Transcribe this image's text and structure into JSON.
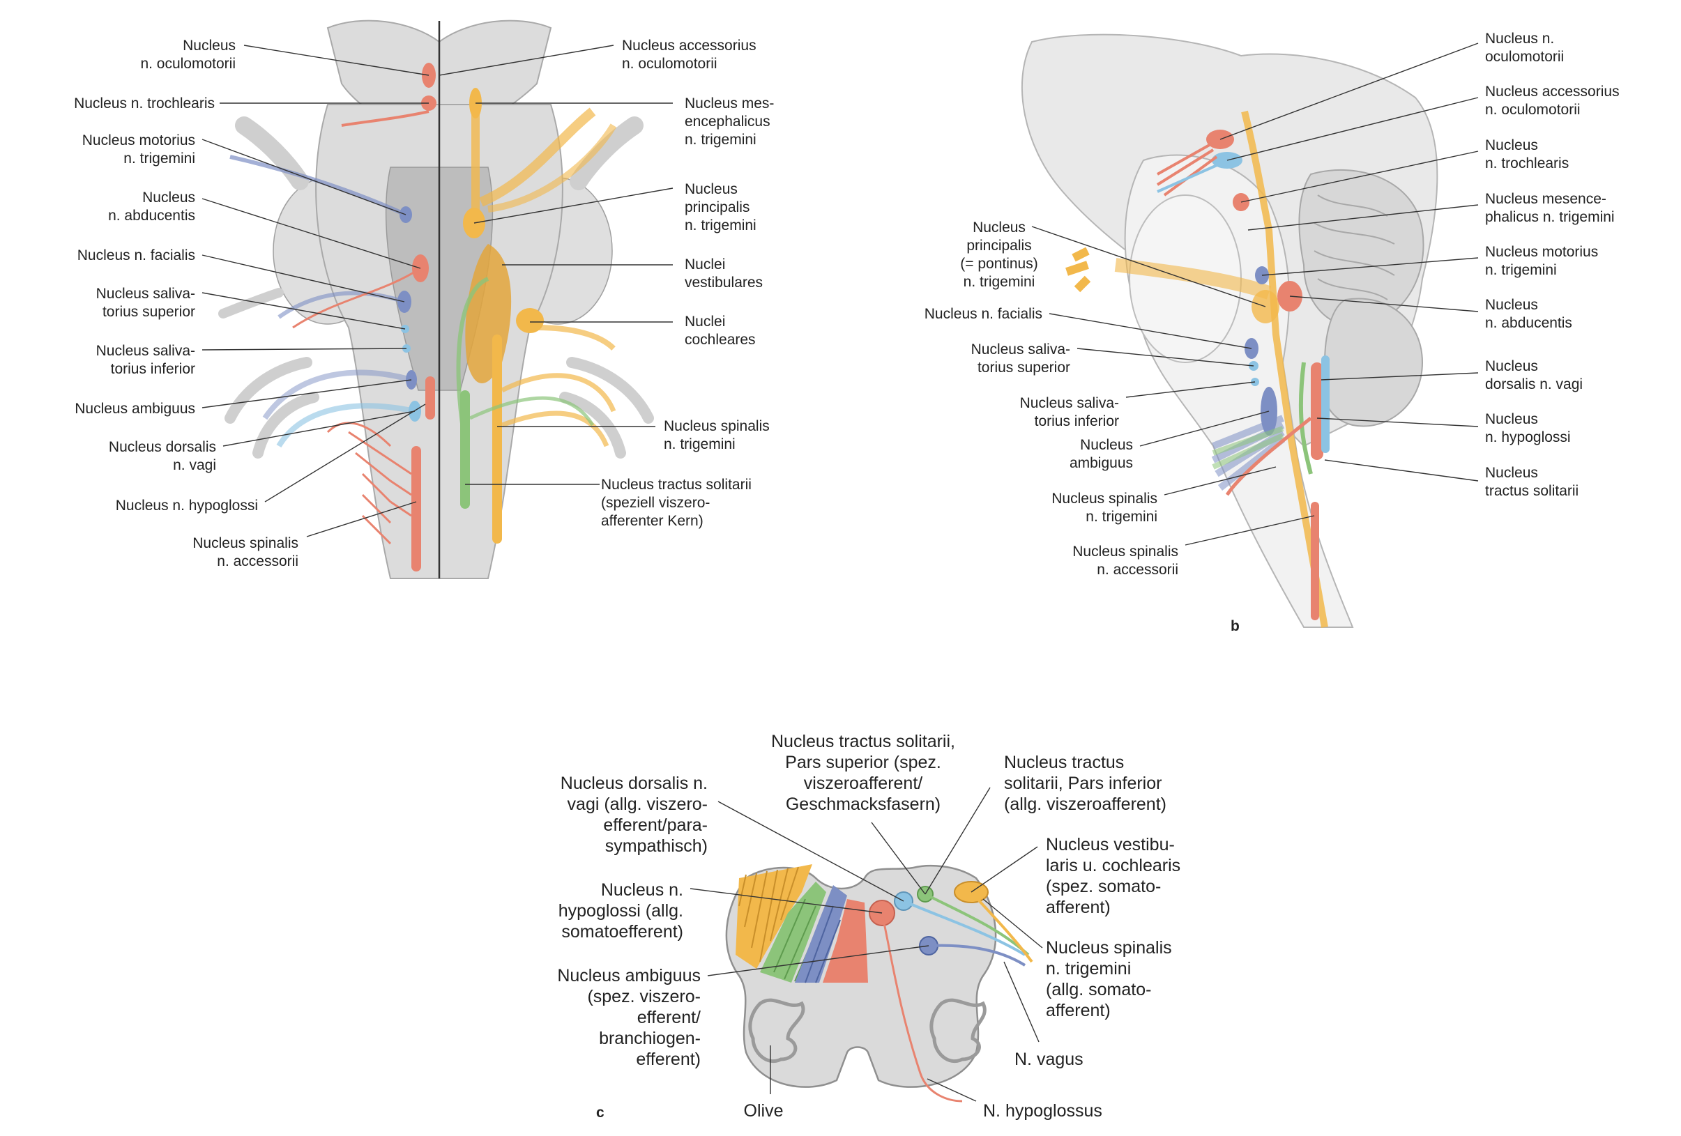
{
  "panel_a": {
    "left_labels": [
      [
        "Nucleus",
        "n. oculomotorii"
      ],
      [
        "Nucleus n. trochlearis"
      ],
      [
        "Nucleus motorius",
        "n. trigemini"
      ],
      [
        "Nucleus",
        "n. abducentis"
      ],
      [
        "Nucleus n. facialis"
      ],
      [
        "Nucleus saliva-",
        "torius superior"
      ],
      [
        "Nucleus saliva-",
        "torius inferior"
      ],
      [
        "Nucleus ambiguus"
      ],
      [
        "Nucleus dorsalis",
        "n. vagi"
      ],
      [
        "Nucleus n. hypoglossi"
      ],
      [
        "Nucleus spinalis",
        "n. accessorii"
      ]
    ],
    "right_labels": [
      [
        "Nucleus accessorius",
        "n. oculomotorii"
      ],
      [
        "Nucleus mes-",
        "encephalicus",
        "n. trigemini"
      ],
      [
        "Nucleus",
        "principalis",
        "n. trigemini"
      ],
      [
        "Nuclei",
        "vestibulares"
      ],
      [
        "Nuclei",
        "cochleares"
      ],
      [
        "Nucleus spinalis",
        "n. trigemini"
      ],
      [
        "Nucleus tractus solitarii",
        "(speziell viszero-",
        "afferenter Kern)"
      ]
    ]
  },
  "panel_b": {
    "letter": "b",
    "right_labels": [
      [
        "Nucleus n.",
        "oculomotorii"
      ],
      [
        "Nucleus accessorius",
        "n. oculomotorii"
      ],
      [
        "Nucleus",
        "n. trochlearis"
      ],
      [
        "Nucleus mesence-",
        "phalicus n. trigemini"
      ],
      [
        "Nucleus motorius",
        "n. trigemini"
      ],
      [
        "Nucleus",
        "n. abducentis"
      ],
      [
        "Nucleus",
        "dorsalis n. vagi"
      ],
      [
        "Nucleus",
        "n. hypoglossi"
      ],
      [
        "Nucleus",
        "tractus solitarii"
      ]
    ],
    "left_labels": [
      [
        "Nucleus",
        "principalis",
        "(= pontinus)",
        "n. trigemini"
      ],
      [
        "Nucleus n. facialis"
      ],
      [
        "Nucleus saliva-",
        "torius superior"
      ],
      [
        "Nucleus saliva-",
        "torius inferior"
      ],
      [
        "Nucleus",
        "ambiguus"
      ],
      [
        "Nucleus spinalis",
        "n. trigemini"
      ],
      [
        "Nucleus spinalis",
        "n. accessorii"
      ]
    ]
  },
  "panel_c": {
    "letter": "c",
    "labels": [
      [
        "Nucleus tractus solitarii,",
        "Pars superior (spez.",
        "viszeroafferent/",
        "Geschmacksfasern)"
      ],
      [
        "Nucleus tractus",
        "solitarii, Pars inferior",
        "(allg. viszeroafferent)"
      ],
      [
        "Nucleus dorsalis n.",
        "vagi (allg. viszero-",
        "efferent/para-",
        "sympathisch)"
      ],
      [
        "Nucleus vestibu-",
        "laris u. cochlearis",
        "(spez. somato-",
        "afferent)"
      ],
      [
        "Nucleus n.",
        "hypoglossi (allg.",
        "somatoefferent)"
      ],
      [
        "Nucleus spinalis",
        "n. trigemini",
        "(allg. somato-",
        "afferent)"
      ],
      [
        "Nucleus ambiguus",
        "(spez. viszero-",
        "efferent/",
        "branchiogen-",
        "efferent)"
      ],
      [
        "N. vagus"
      ],
      [
        "Olive"
      ],
      [
        "N. hypoglossus"
      ]
    ]
  },
  "colors": {
    "motor_somatic": "#e8836f",
    "motor_branchial": "#7d8fc4",
    "parasympathetic": "#8cc3e3",
    "sensory_trigeminal": "#f2b84b",
    "viscero_afferent": "#8cc47a",
    "brainstem": "#dcdcdc"
  }
}
